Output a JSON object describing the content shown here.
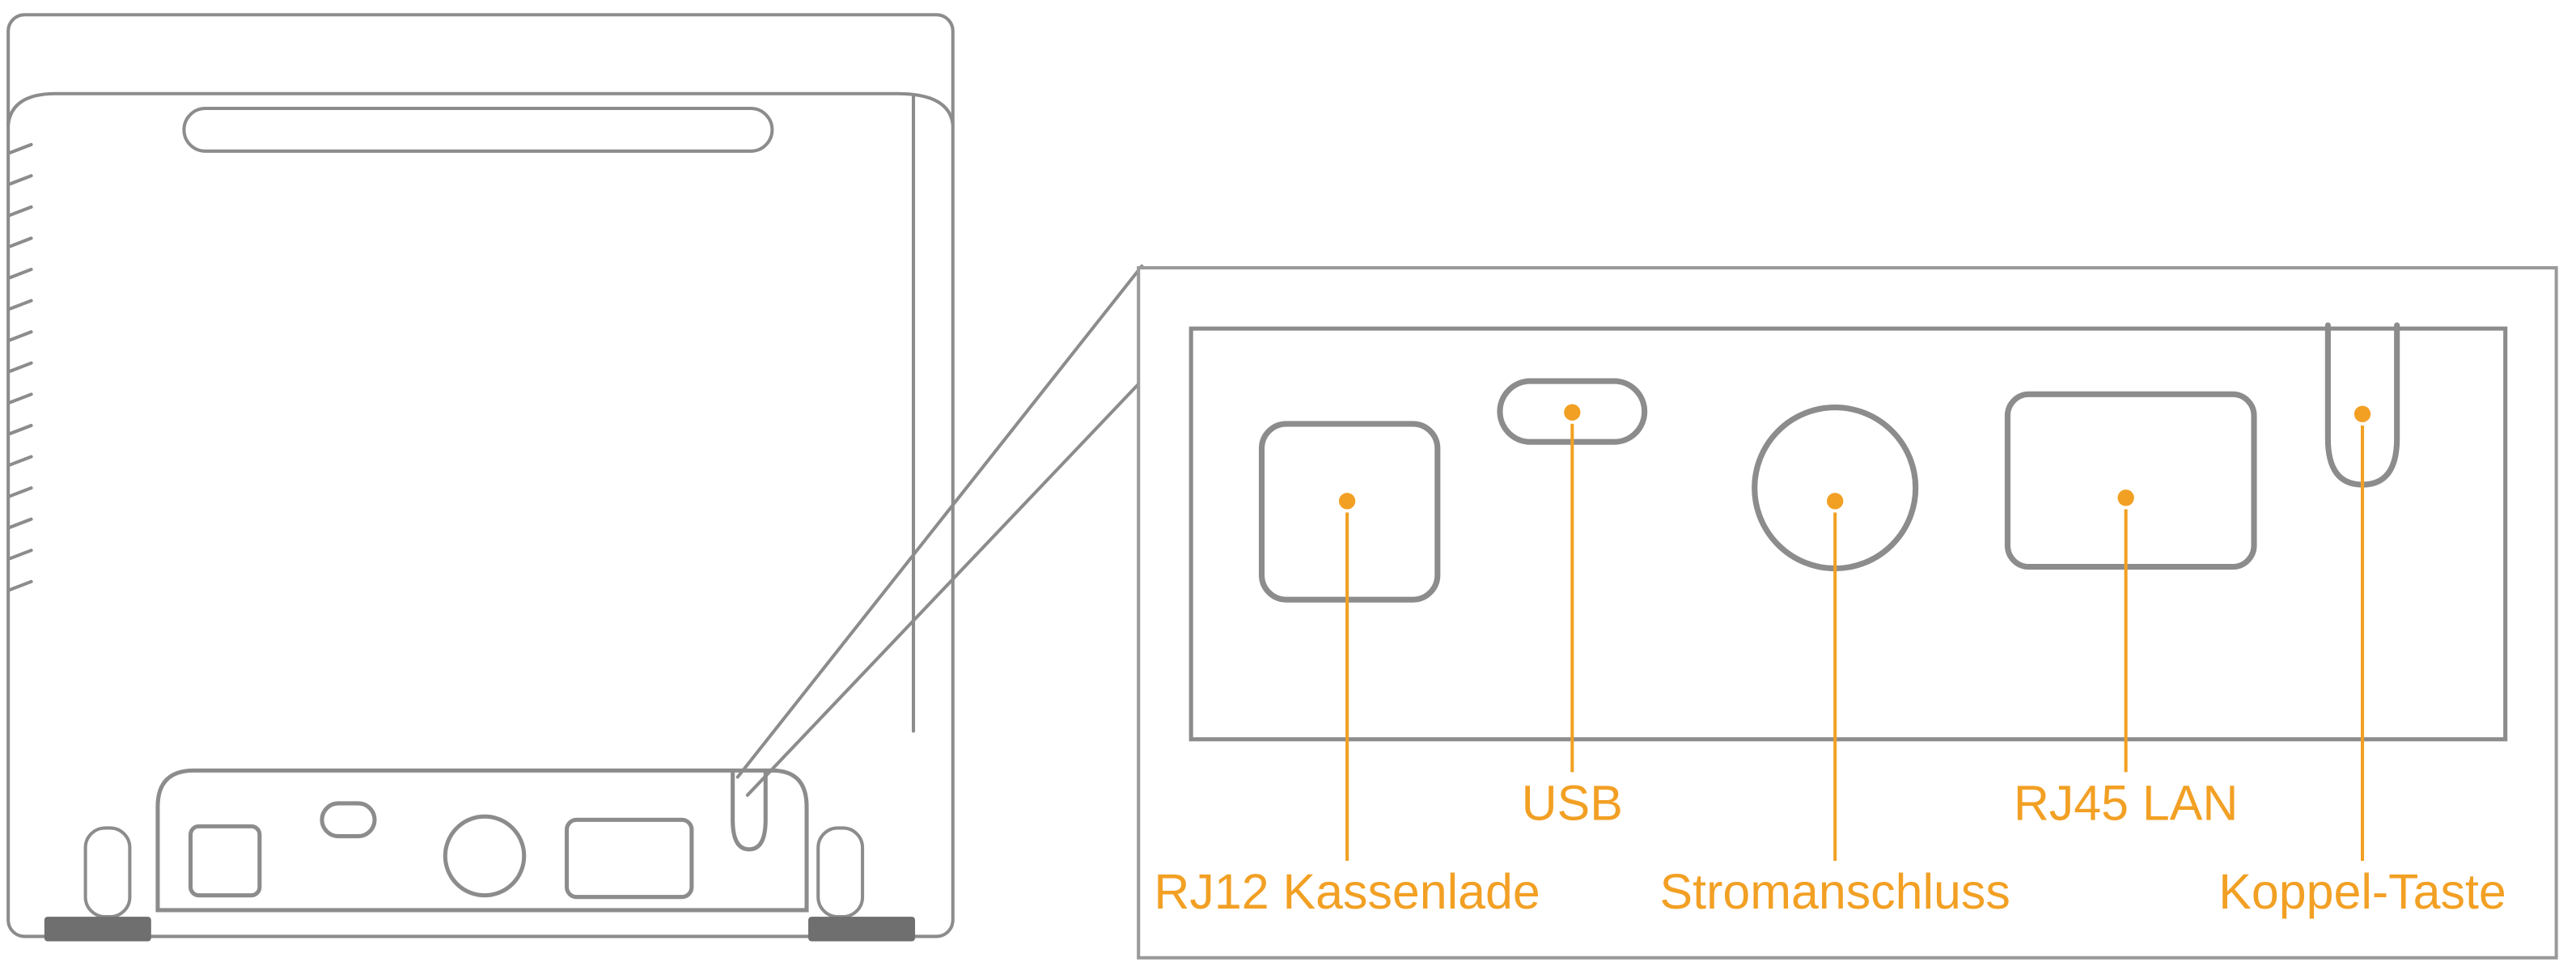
{
  "colors": {
    "accent": "#F2A024",
    "line": "#8C8C8C",
    "box": "#9A9A9A",
    "pad": "#6F6F6F",
    "background": "#FFFFFF"
  },
  "labels": {
    "rj12": "RJ12 Kassenlade",
    "usb": "USB",
    "power": "Stromanschluss",
    "rj45": "RJ45 LAN",
    "pair": "Koppel-Taste"
  }
}
